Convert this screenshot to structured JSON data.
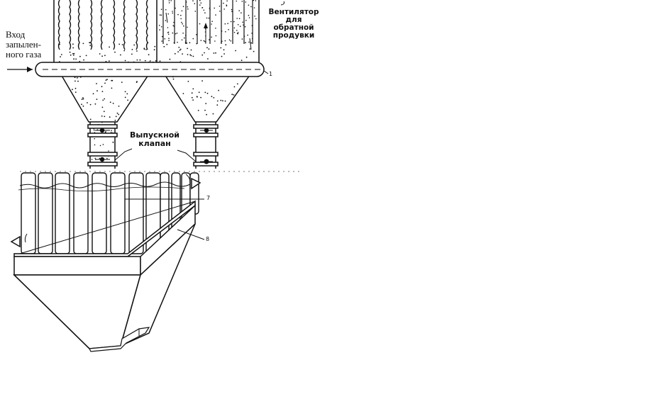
{
  "labels": {
    "inlet": "Вход запылен-ного газа",
    "inlet_lines": [
      "Вход",
      "запылен-",
      "ного газа"
    ],
    "fan_lines": [
      "Вентилятор",
      "для",
      "обратной",
      "продувки"
    ],
    "valve_lines": [
      "Выпускной",
      "клапан"
    ],
    "ref_1": "1",
    "ref_7": "7",
    "ref_8": "8"
  },
  "colors": {
    "ink": "#111111",
    "background": "#ffffff"
  }
}
